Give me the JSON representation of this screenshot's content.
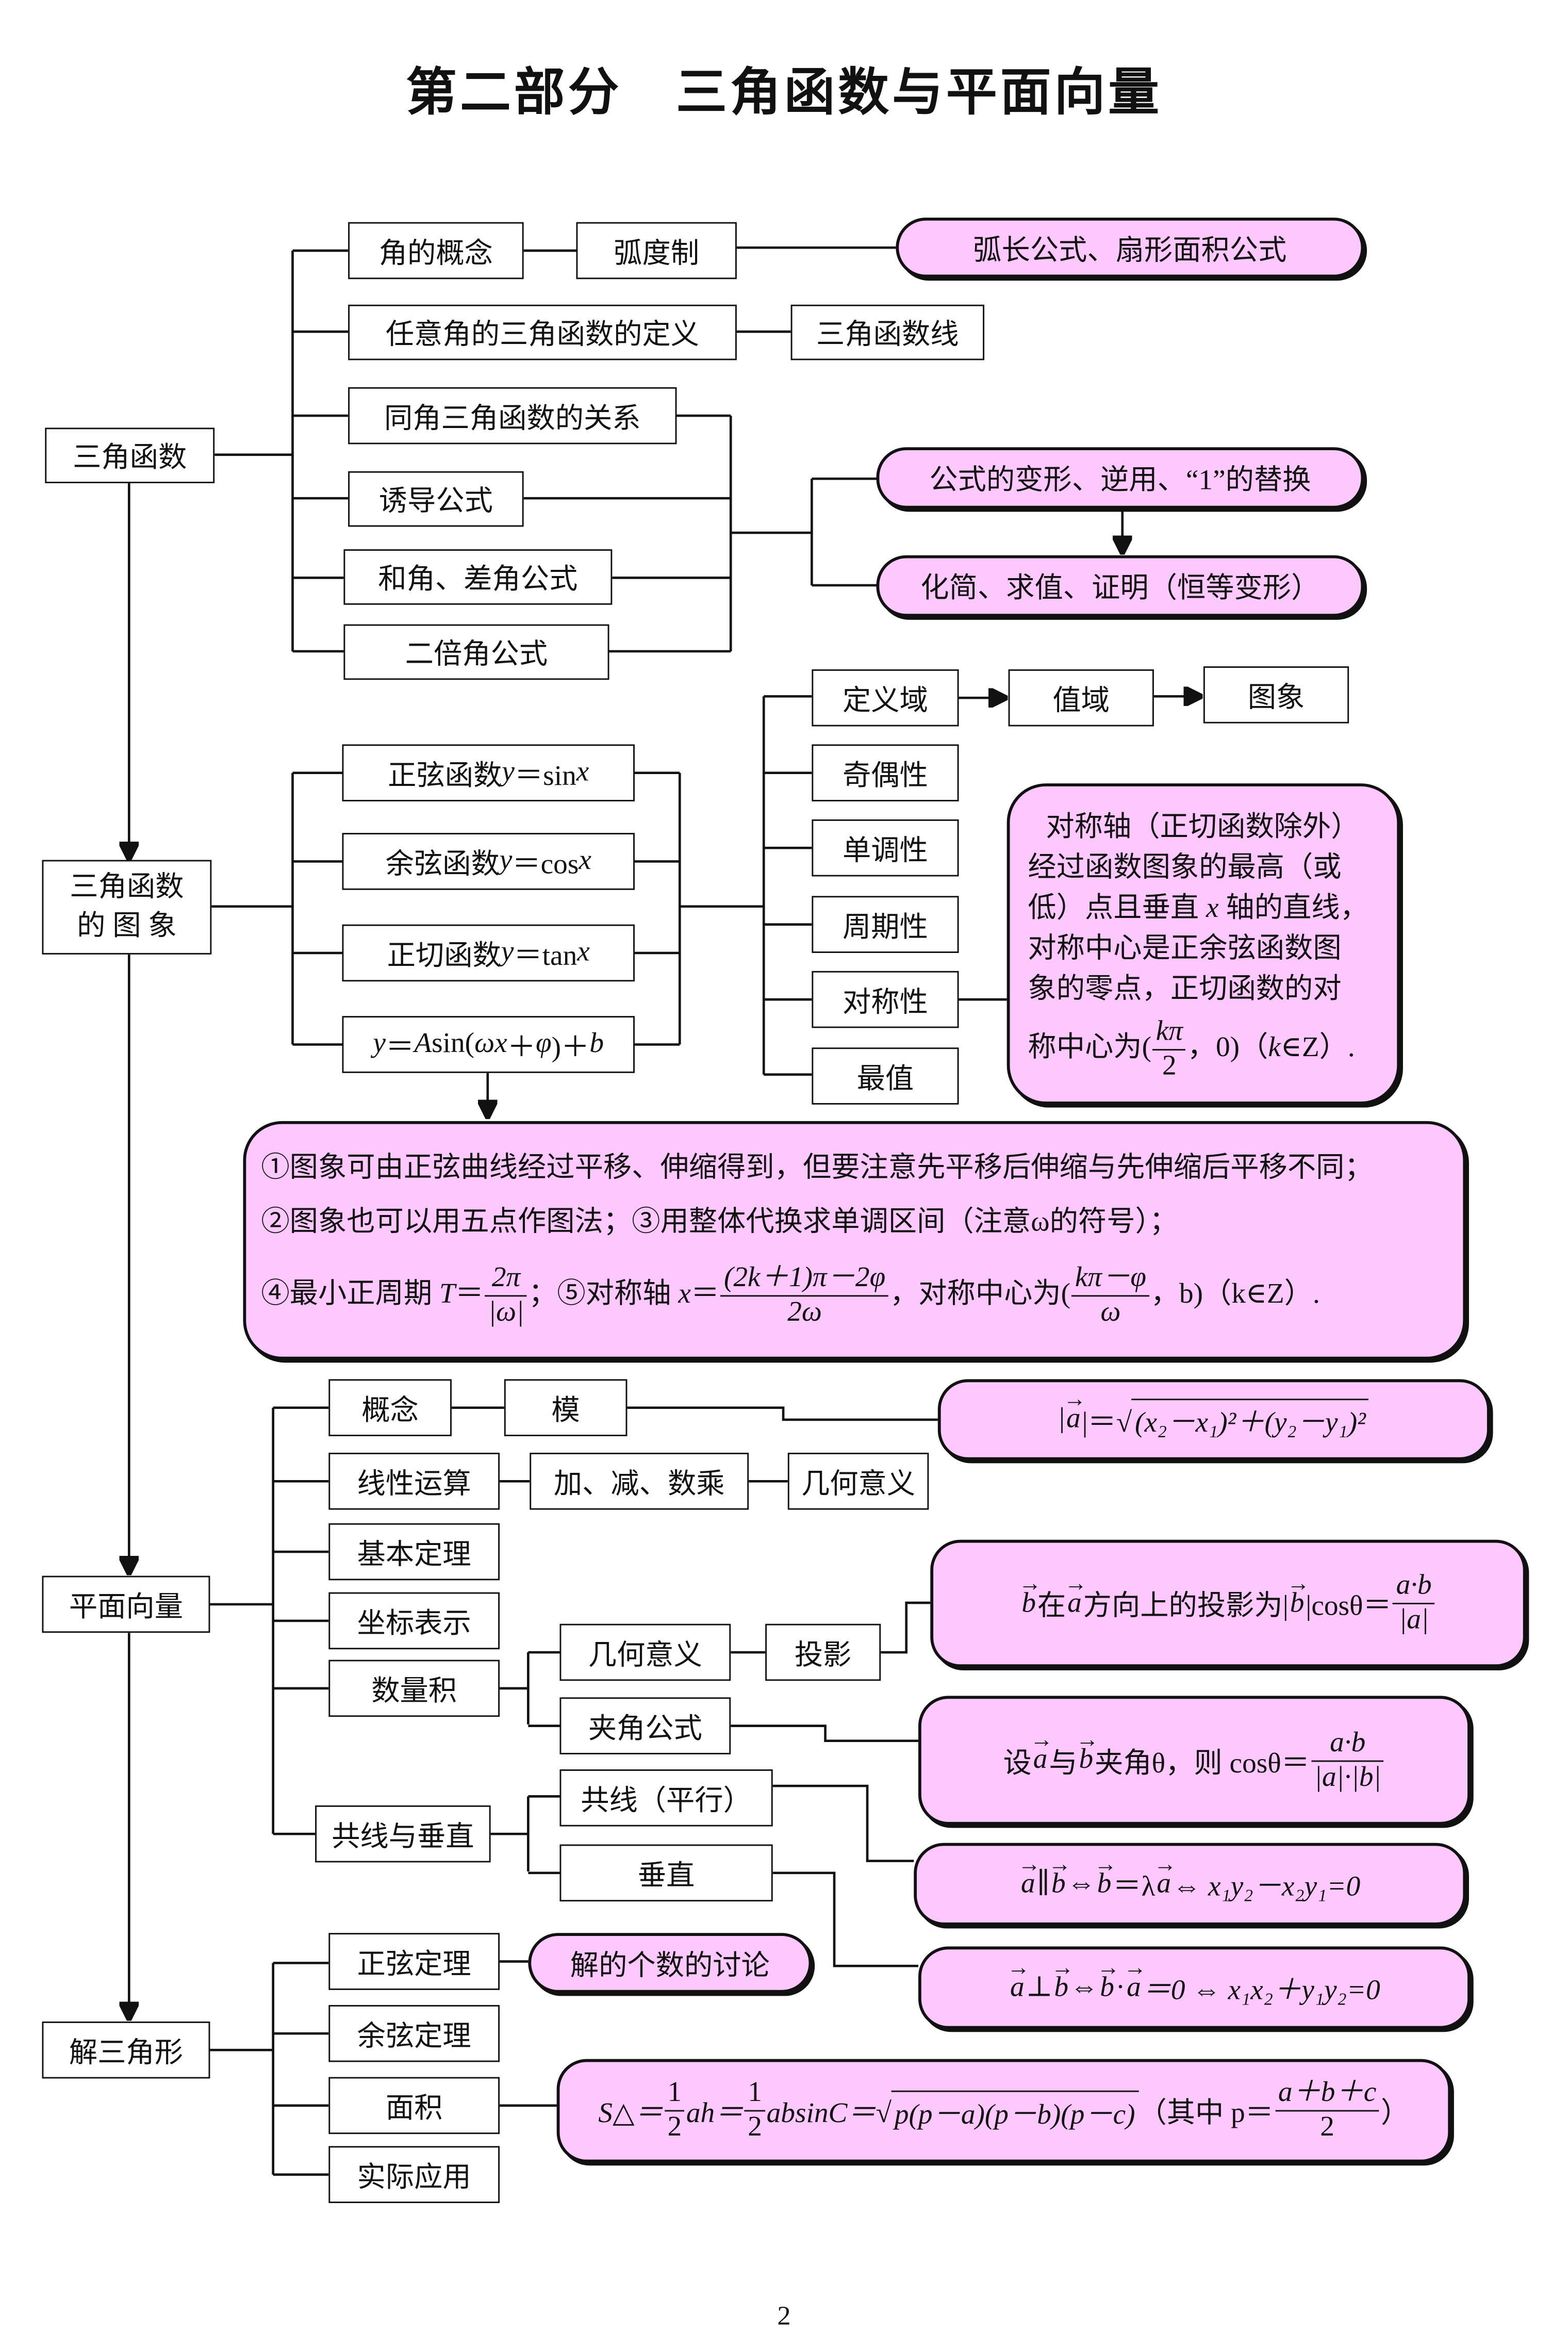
{
  "title": "第二部分　三角函数与平面向量",
  "page_number": "2",
  "colors": {
    "highlight_fill": "#FDC8FD",
    "line": "#111111"
  },
  "section1": {
    "root": "三角函数",
    "angle_concept": "角的概念",
    "radian": "弧度制",
    "arc_formula": "弧长公式、扇形面积公式",
    "any_angle_def": "任意角的三角函数的定义",
    "trig_lines": "三角函数线",
    "same_angle": "同角三角函数的关系",
    "induction": "诱导公式",
    "sum_diff": "和角、差角公式",
    "double_angle": "二倍角公式",
    "transform": "公式的变形、逆用、“1”的替换",
    "simplify": "化简、求值、证明（恒等变形）"
  },
  "section2": {
    "root_line1": "三角函数",
    "root_line2": "的 图 象",
    "sin": {
      "label": "正弦函数 ",
      "fn": "y",
      "rest": "＝sin ",
      "x": "x"
    },
    "cos": {
      "label": "余弦函数 ",
      "fn": "y",
      "rest": "＝cos ",
      "x": "x"
    },
    "tan": {
      "label": "正切函数 ",
      "fn": "y",
      "rest": "＝tan ",
      "x": "x"
    },
    "general": {
      "y": "y",
      "eq": "＝",
      "A": "A",
      "sin": "sin(",
      "wx": "ωx",
      "plus": "＋",
      "phi": "φ",
      "close": ")＋",
      "b": "b"
    },
    "domain": "定义域",
    "range": "值域",
    "graph": "图象",
    "parity": "奇偶性",
    "monotonic": "单调性",
    "period": "周期性",
    "symmetry": "对称性",
    "extremum": "最值",
    "sym_note": {
      "line1": "对称轴（正切函数除外）",
      "line2": "经过函数图象的最高（或",
      "line3a": "低）点且垂直 ",
      "line3x": "x",
      "line3b": " 轴的直线，",
      "line4": "对称中心是正余弦函数图",
      "line5": "象的零点，正切函数的对",
      "line6a": "称中心为(",
      "frac_num": "kπ",
      "frac_den": "2",
      "line6b": "，0)（",
      "k": "k",
      "line6c": "∈Z）."
    },
    "notes": {
      "line1": "①图象可由正弦曲线经过平移、伸缩得到，但要注意先平移后伸缩与先伸缩后平移不同；",
      "line2": "②图象也可以用五点作图法；③用整体代换求单调区间（注意ω的符号）；",
      "line3a": "④最小正周期 ",
      "T": "T",
      "eq": "＝",
      "period_num": "2π",
      "period_den": "|ω|",
      "line3b": "；⑤对称轴 ",
      "x": "x",
      "axis_num": "(2k＋1)π－2φ",
      "axis_den": "2ω",
      "line3c": "，对称中心为(",
      "center_num": "kπ－φ",
      "center_den": "ω",
      "line3d": "，b)（k∈Z）."
    }
  },
  "section3": {
    "root": "平面向量",
    "concept": "概念",
    "modulus": "模",
    "modulus_formula": {
      "bar1": "|",
      "a": "a",
      "bar2": "|＝√",
      "radicand": "(x₂－x₁)²＋(y₂－y₁)²"
    },
    "linear_ops": "线性运算",
    "add_sub_mul": "加、减、数乘",
    "geo_meaning1": "几何意义",
    "basic_theorem": "基本定理",
    "coordinates": "坐标表示",
    "dot_product": "数量积",
    "geo_meaning2": "几何意义",
    "projection": "投影",
    "projection_formula": {
      "b": "b",
      "t1": "在",
      "a": "a",
      "t2": "方向上的投影为|",
      "t3": "|cosθ＝",
      "num": "a·b",
      "den": "|a|"
    },
    "angle_formula_label": "夹角公式",
    "angle_formula": {
      "t1": "设",
      "a": "a",
      "t2": "与",
      "b": "b",
      "t3": "夹角θ，则 cosθ＝",
      "num": "a·b",
      "den": "|a|·|b|"
    },
    "collinear_perp": "共线与垂直",
    "collinear": "共线（平行）",
    "perpendicular": "垂直",
    "parallel_formula": {
      "a": "a",
      "t1": " ∥ ",
      "b": "b",
      "t2": " ⇔ ",
      "t3": " ＝λ",
      "t4": " ⇔ x₁y₂－x₂y₁=0"
    },
    "perp_formula": {
      "a": "a",
      "t1": " ⊥ ",
      "b": "b",
      "t2": " ⇔ ",
      "t3": " · ",
      "t4": " ＝0 ⇔ x₁x₂＋y₁y₂=0"
    }
  },
  "section4": {
    "root": "解三角形",
    "sine_law": "正弦定理",
    "solution_count": "解的个数的讨论",
    "cosine_law": "余弦定理",
    "area": "面积",
    "area_formula": {
      "S": "S△＝",
      "half": "1",
      "two": "2",
      "t1": "ah＝",
      "t2": "absinC＝√",
      "radicand": "p(p－a)(p－b)(p－c)",
      "t3": "（其中 p＝",
      "pnum": "a＋b＋c",
      "pden": "2",
      "t4": "）"
    },
    "application": "实际应用"
  }
}
